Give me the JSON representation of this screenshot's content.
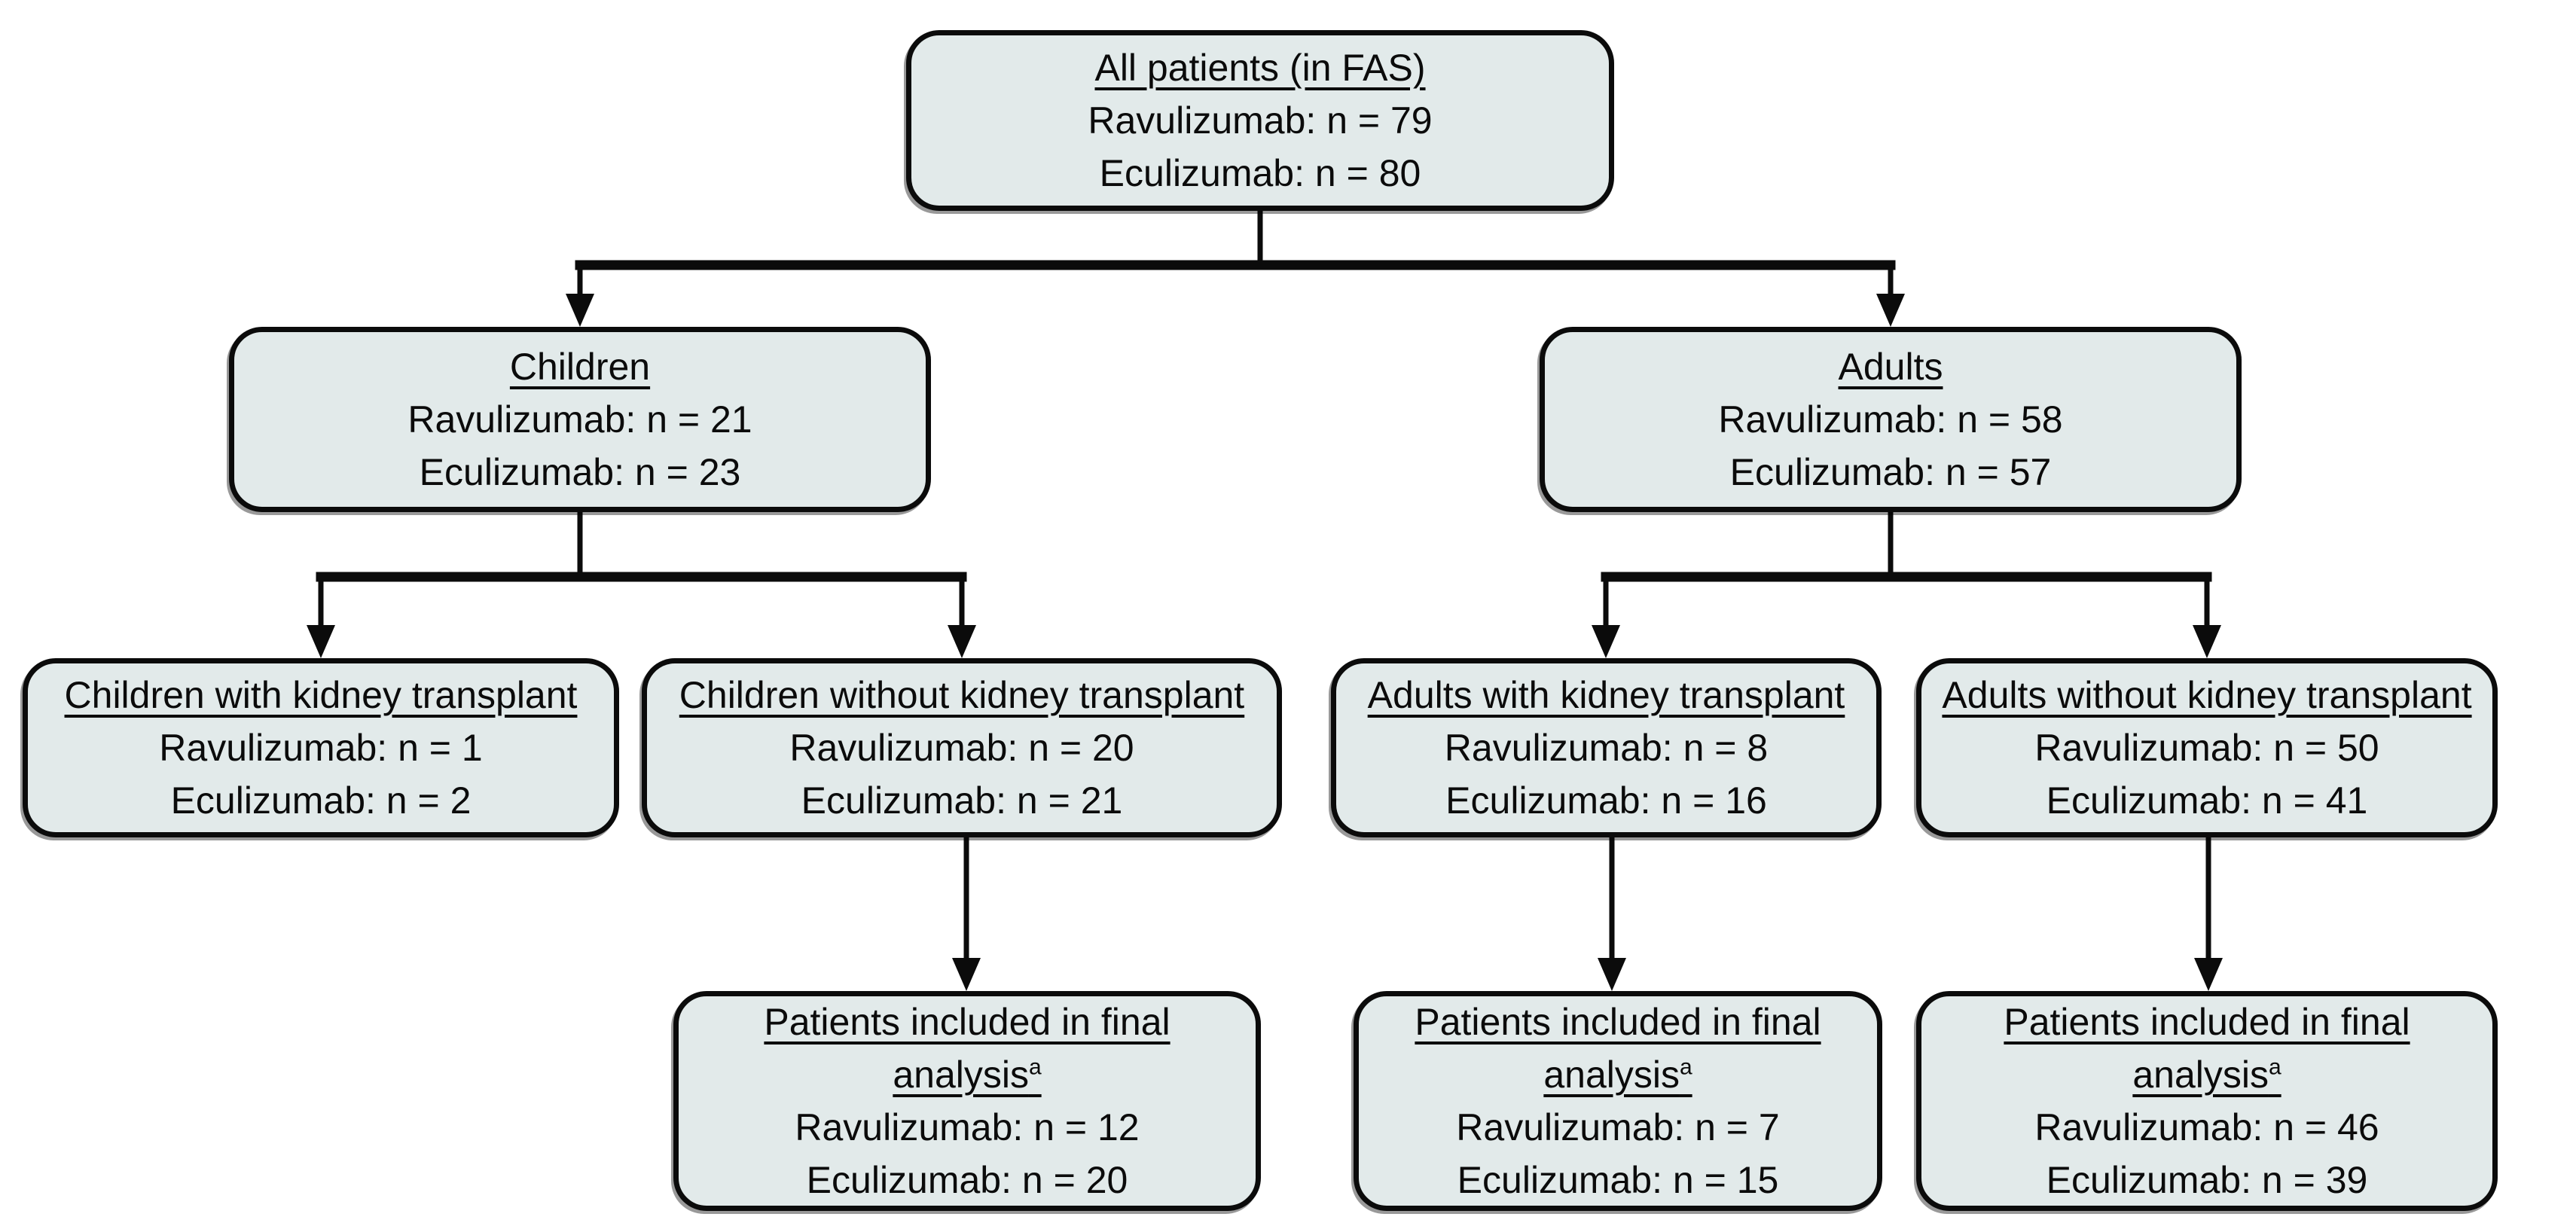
{
  "figure": {
    "background_color": "#ffffff",
    "node_fill_color": "#e2eaea",
    "node_border_color": "#0b0b0b",
    "connector_color": "#0b0b0b",
    "footnote_marker": "a"
  },
  "diagram": {
    "type": "patient-flow",
    "nodes": [
      {
        "id": "all-patients",
        "title": "All patients (in FAS)",
        "lines": [
          "Ravulizumab: n = 79",
          "Eculizumab: n = 80"
        ]
      },
      {
        "id": "children",
        "title": "Children",
        "lines": [
          "Ravulizumab: n = 21",
          "Eculizumab: n = 23"
        ]
      },
      {
        "id": "adults",
        "title": "Adults",
        "lines": [
          "Ravulizumab: n = 58",
          "Eculizumab: n = 57"
        ]
      },
      {
        "id": "children-with-kidney-transplant",
        "title": "Children with kidney transplant",
        "lines": [
          "Ravulizumab: n = 1",
          "Eculizumab: n = 2"
        ]
      },
      {
        "id": "children-without-kidney-transplant",
        "title": "Children without kidney transplant",
        "lines": [
          "Ravulizumab: n = 20",
          "Eculizumab: n = 21"
        ]
      },
      {
        "id": "adults-with-kidney-transplant",
        "title": "Adults with kidney transplant",
        "lines": [
          "Ravulizumab: n = 8",
          "Eculizumab: n = 16"
        ]
      },
      {
        "id": "adults-without-kidney-transplant",
        "title": "Adults without kidney transplant",
        "lines": [
          "Ravulizumab: n = 50",
          "Eculizumab: n = 41"
        ]
      },
      {
        "id": "final-analysis-children",
        "title": "Patients included in final analysis",
        "title_sup": "a",
        "lines": [
          "Ravulizumab: n = 12",
          "Eculizumab: n = 20"
        ]
      },
      {
        "id": "final-analysis-adults-with-kt",
        "title": "Patients included in final analysis",
        "title_sup": "a",
        "lines": [
          "Ravulizumab: n = 7",
          "Eculizumab: n = 15"
        ]
      },
      {
        "id": "final-analysis-adults-without-kt",
        "title": "Patients included in final analysis",
        "title_sup": "a",
        "lines": [
          "Ravulizumab: n = 46",
          "Eculizumab: n = 39"
        ]
      }
    ],
    "edges": [
      {
        "from": "all-patients",
        "to": "children"
      },
      {
        "from": "all-patients",
        "to": "adults"
      },
      {
        "from": "children",
        "to": "children-with-kidney-transplant"
      },
      {
        "from": "children",
        "to": "children-without-kidney-transplant"
      },
      {
        "from": "adults",
        "to": "adults-with-kidney-transplant"
      },
      {
        "from": "adults",
        "to": "adults-without-kidney-transplant"
      },
      {
        "from": "children-without-kidney-transplant",
        "to": "final-analysis-children"
      },
      {
        "from": "adults-with-kidney-transplant",
        "to": "final-analysis-adults-with-kt"
      },
      {
        "from": "adults-without-kidney-transplant",
        "to": "final-analysis-adults-without-kt"
      }
    ]
  }
}
